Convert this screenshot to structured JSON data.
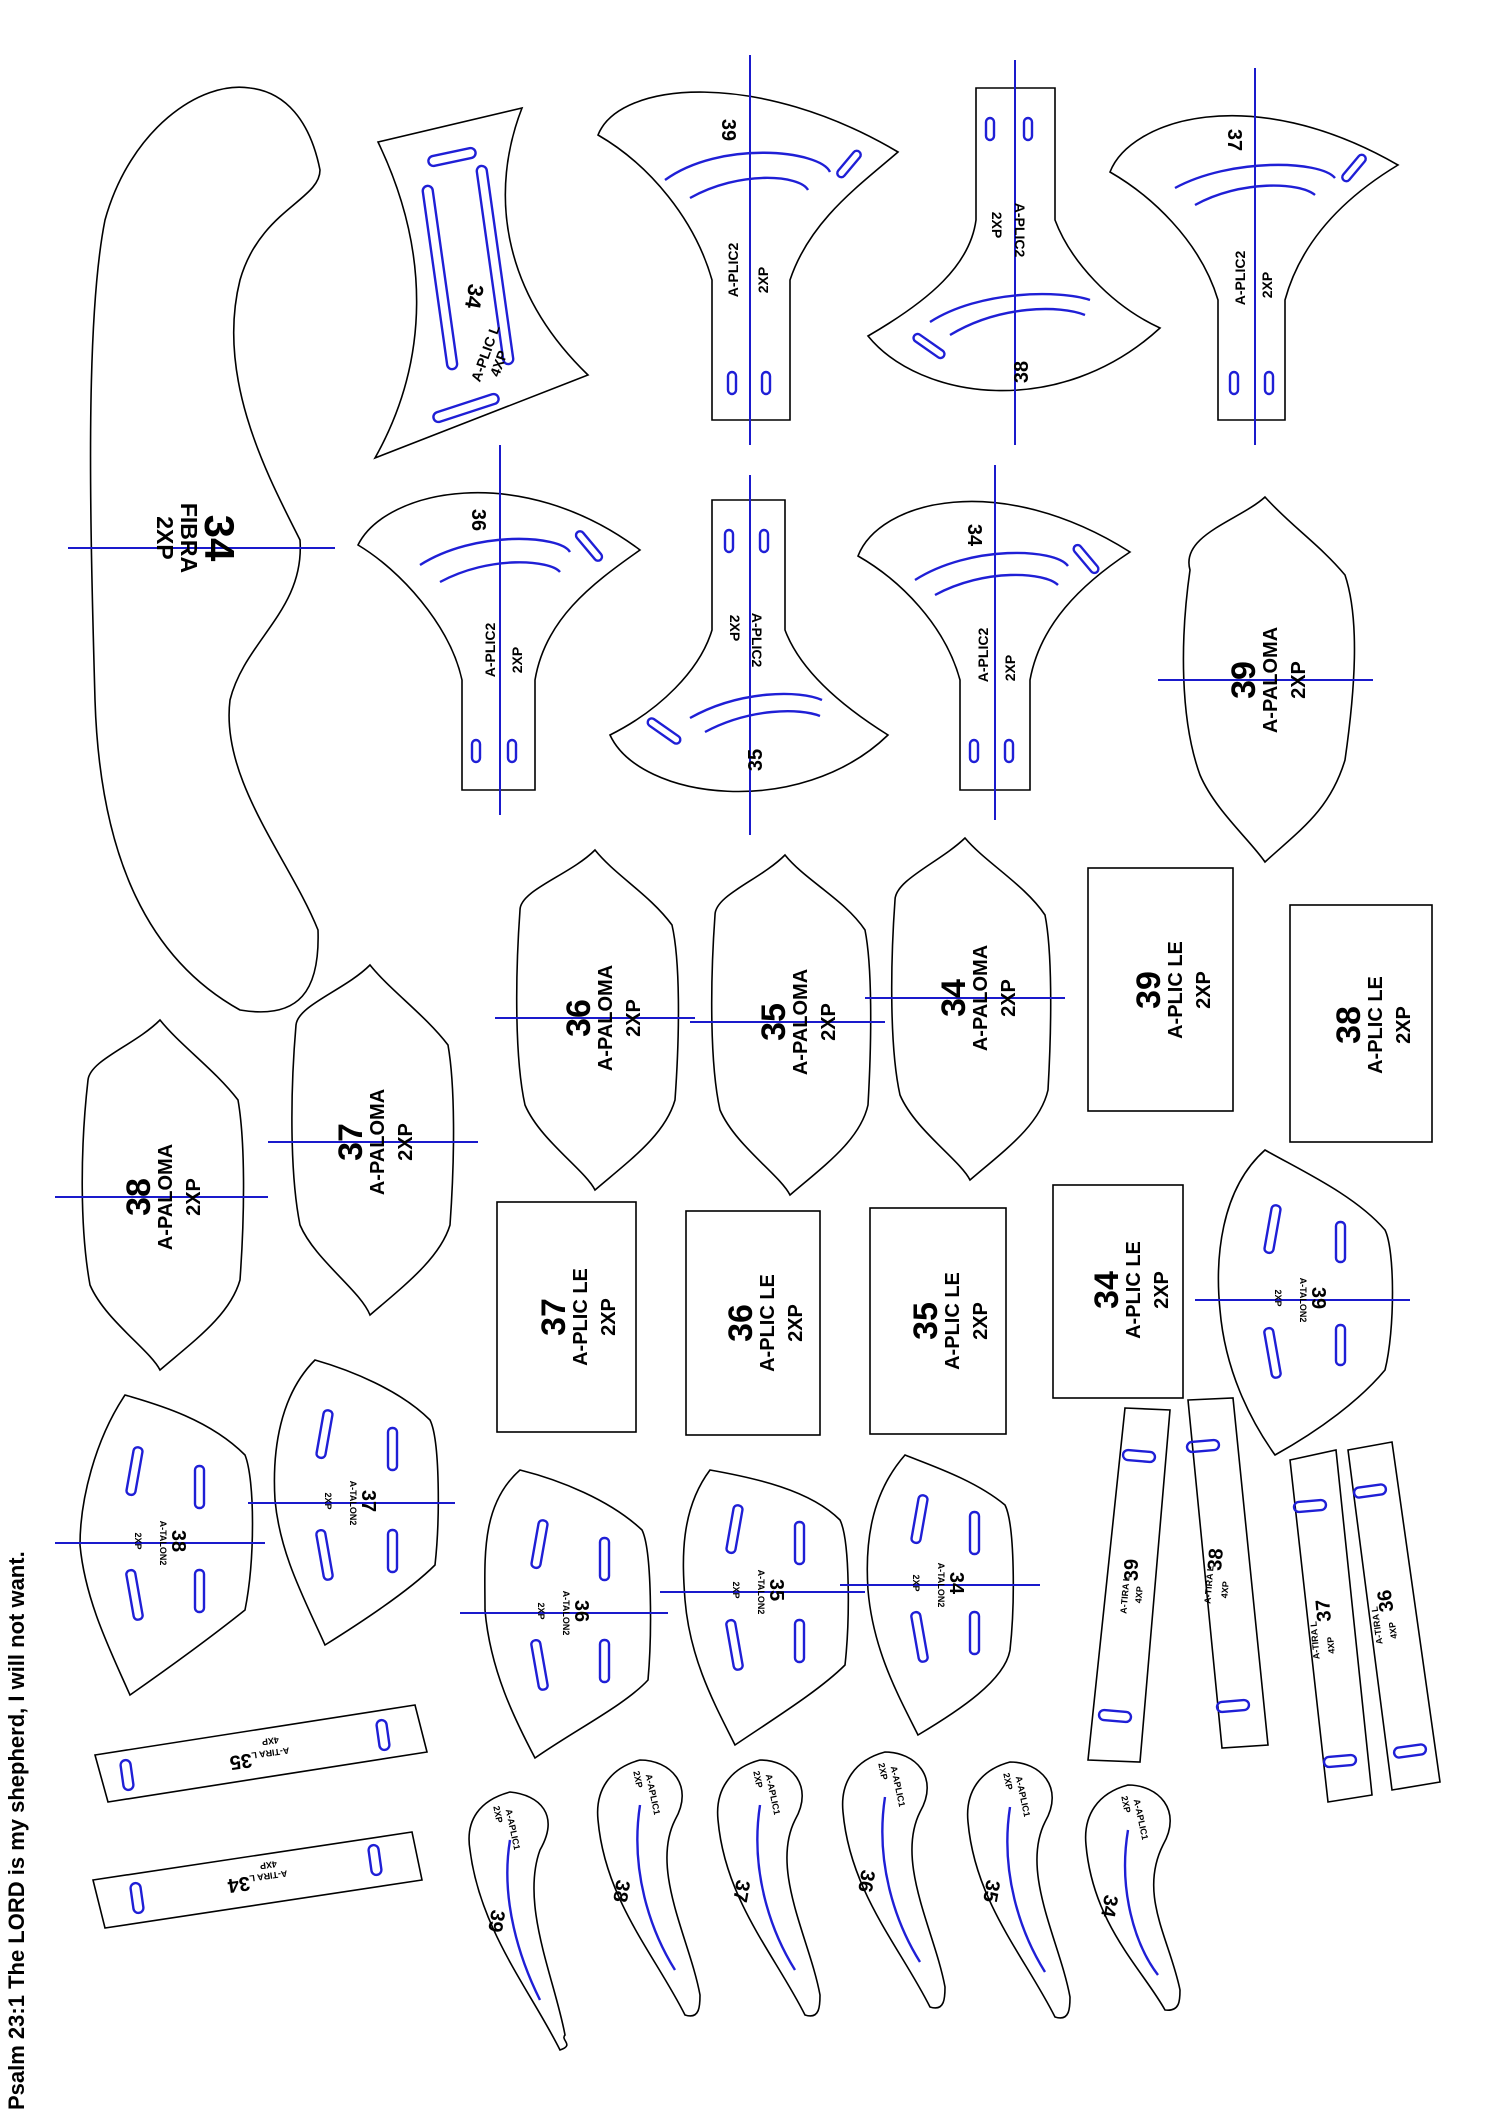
{
  "colors": {
    "outline": "#000000",
    "axis_line": "#1a1acc",
    "slot": "#1f1fd6",
    "background": "#ffffff"
  },
  "verse": "Psalm 23:1 The LORD is my shepherd, I will not want.",
  "fibra": {
    "size": "34",
    "name": "FIBRA",
    "qty": "2XP"
  },
  "aplicl": {
    "size": "34",
    "name": "A-PLIC L",
    "qty": "4XP"
  },
  "aplic2": [
    {
      "size": "39",
      "name": "A-PLIC2",
      "qty": "2XP"
    },
    {
      "size": "38",
      "name": "A-PLIC2",
      "qty": "2XP"
    },
    {
      "size": "37",
      "name": "A-PLIC2",
      "qty": "2XP"
    },
    {
      "size": "36",
      "name": "A-PLIC2",
      "qty": "2XP"
    },
    {
      "size": "35",
      "name": "A-PLIC2",
      "qty": "2XP"
    },
    {
      "size": "34",
      "name": "A-PLIC2",
      "qty": "2XP"
    }
  ],
  "apaloma": [
    {
      "size": "39",
      "name": "A-PALOMA",
      "qty": "2XP"
    },
    {
      "size": "36",
      "name": "A-PALOMA",
      "qty": "2XP"
    },
    {
      "size": "35",
      "name": "A-PALOMA",
      "qty": "2XP"
    },
    {
      "size": "34",
      "name": "A-PALOMA",
      "qty": "2XP"
    },
    {
      "size": "38",
      "name": "A-PALOMA",
      "qty": "2XP"
    },
    {
      "size": "37",
      "name": "A-PALOMA",
      "qty": "2XP"
    }
  ],
  "aplicle": [
    {
      "size": "39",
      "name": "A-PLIC LE",
      "qty": "2XP"
    },
    {
      "size": "38",
      "name": "A-PLIC LE",
      "qty": "2XP"
    },
    {
      "size": "37",
      "name": "A-PLIC LE",
      "qty": "2XP"
    },
    {
      "size": "36",
      "name": "A-PLIC LE",
      "qty": "2XP"
    },
    {
      "size": "35",
      "name": "A-PLIC LE",
      "qty": "2XP"
    },
    {
      "size": "34",
      "name": "A-PLIC LE",
      "qty": "2XP"
    }
  ],
  "atalon2": [
    {
      "size": "39",
      "name": "A-TALON2",
      "qty": "2XP"
    },
    {
      "size": "38",
      "name": "A-TALON2",
      "qty": "2XP"
    },
    {
      "size": "37",
      "name": "A-TALON2",
      "qty": "2XP"
    },
    {
      "size": "36",
      "name": "A-TALON2",
      "qty": "2XP"
    },
    {
      "size": "35",
      "name": "A-TALON2",
      "qty": "2XP"
    },
    {
      "size": "34",
      "name": "A-TALON2",
      "qty": "2XP"
    }
  ],
  "atiral": [
    {
      "size": "39",
      "name": "A-TIRA L",
      "qty": "4XP"
    },
    {
      "size": "38",
      "name": "A-TIRA L",
      "qty": "4XP"
    },
    {
      "size": "37",
      "name": "A-TIRA L",
      "qty": "4XP"
    },
    {
      "size": "36",
      "name": "A-TIRA L",
      "qty": "4XP"
    },
    {
      "size": "35",
      "name": "A-TIRA L",
      "qty": "4XP"
    },
    {
      "size": "34",
      "name": "A-TIRA L",
      "qty": "4XP"
    }
  ],
  "aplic1": [
    {
      "size": "39",
      "name": "A-APLIC1",
      "qty": "2XP"
    },
    {
      "size": "38",
      "name": "A-APLIC1",
      "qty": "2XP"
    },
    {
      "size": "37",
      "name": "A-APLIC1",
      "qty": "2XP"
    },
    {
      "size": "36",
      "name": "A-APLIC1",
      "qty": "2XP"
    },
    {
      "size": "35",
      "name": "A-APLIC1",
      "qty": "2XP"
    },
    {
      "size": "34",
      "name": "A-APLIC1",
      "qty": "2XP"
    }
  ]
}
